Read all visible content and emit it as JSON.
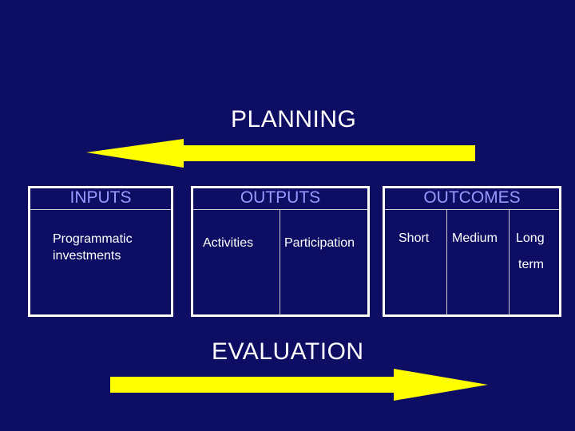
{
  "planning": {
    "title": "PLANNING"
  },
  "evaluation": {
    "title": "EVALUATION"
  },
  "inputs": {
    "header": "INPUTS",
    "item": "Programmatic investments"
  },
  "outputs": {
    "header": "OUTPUTS",
    "items": [
      "Activities",
      "Participation"
    ]
  },
  "outcomes": {
    "header": "OUTCOMES",
    "items": [
      "Short",
      "Medium",
      "Long",
      "term"
    ]
  },
  "colors": {
    "background": "#0d0d63",
    "arrow": "#ffff00",
    "header_text": "#9999ff",
    "body_text": "#ffffff"
  }
}
